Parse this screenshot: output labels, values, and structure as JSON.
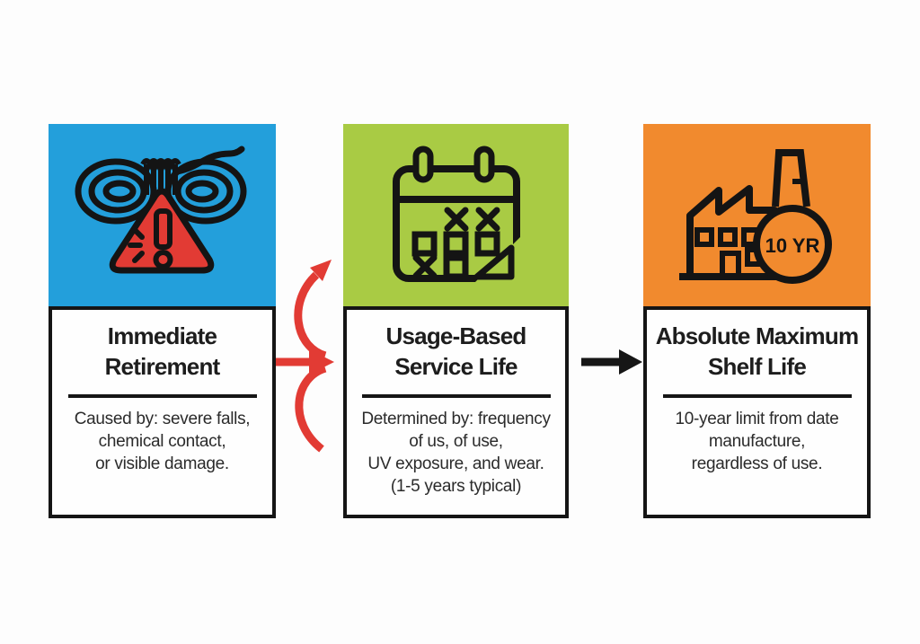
{
  "canvas": {
    "background": "#fdfdfd"
  },
  "panels": [
    {
      "id": "immediate-retirement",
      "icon": "rope-warning-icon",
      "header_color": "#239fdb",
      "title": "Immediate\nRetirement",
      "description": "Caused by: severe falls,\nchemical contact,\nor visible damage."
    },
    {
      "id": "usage-based-service-life",
      "icon": "calendar-icon",
      "header_color": "#a9cb44",
      "title": "Usage-Based\nService Life",
      "description": "Determined by: frequency\nof us, of use,\nUV exposure, and wear.\n(1-5 years typical)"
    },
    {
      "id": "absolute-maximum-shelf-life",
      "icon": "factory-icon",
      "header_color": "#f18a2e",
      "badge_label": "10 YR",
      "title": "Absolute Maximum\nShelf Life",
      "description": "10-year limit from date\nmanufacture,\nregardless of use."
    }
  ],
  "connectors": [
    {
      "id": "red-curved-arrow",
      "color": "#e23b34",
      "from": "immediate-retirement",
      "to": "usage-based-service-life"
    },
    {
      "id": "black-arrow",
      "color": "#161616",
      "from": "usage-based-service-life",
      "to": "absolute-maximum-shelf-life"
    }
  ],
  "accent_colors": {
    "blue": "#239fdb",
    "green": "#a9cb44",
    "orange": "#f18a2e",
    "red": "#e23b34",
    "outline_black": "#151515"
  }
}
